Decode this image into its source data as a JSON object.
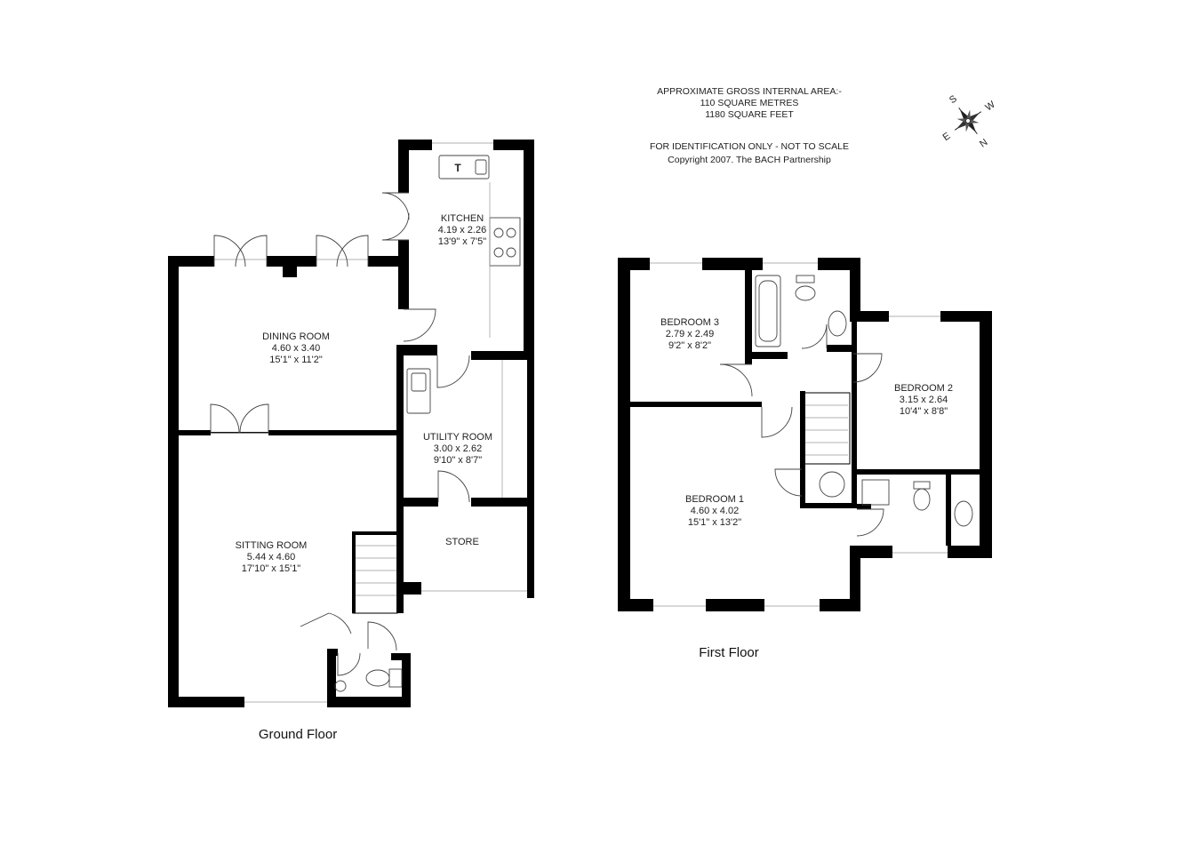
{
  "header": {
    "area_title": "APPROXIMATE GROSS INTERNAL AREA:-",
    "area_metres": "110 SQUARE METRES",
    "area_feet": "1180 SQUARE FEET",
    "notice": "FOR IDENTIFICATION ONLY - NOT TO SCALE",
    "copyright": "Copyright 2007. The BACH Partnership"
  },
  "compass": {
    "letters": [
      "S",
      "W",
      "N",
      "E"
    ]
  },
  "ground_floor": {
    "label": "Ground Floor",
    "rooms": {
      "kitchen": {
        "name": "KITCHEN",
        "metric": "4.19 x 2.26",
        "imperial": "13'9\" x 7'5\""
      },
      "dining": {
        "name": "DINING ROOM",
        "metric": "4.60 x 3.40",
        "imperial": "15'1\" x 11'2\""
      },
      "utility": {
        "name": "UTILITY ROOM",
        "metric": "3.00 x 2.62",
        "imperial": "9'10\" x 8'7\""
      },
      "sitting": {
        "name": "SITTING ROOM",
        "metric": "5.44 x 4.60",
        "imperial": "17'10\" x 15'1\""
      },
      "store": {
        "name": "STORE"
      }
    },
    "fixture_label": "T"
  },
  "first_floor": {
    "label": "First Floor",
    "rooms": {
      "bed3": {
        "name": "BEDROOM 3",
        "metric": "2.79 x 2.49",
        "imperial": "9'2\" x 8'2\""
      },
      "bed2": {
        "name": "BEDROOM 2",
        "metric": "3.15 x 2.64",
        "imperial": "10'4\" x 8'8\""
      },
      "bed1": {
        "name": "BEDROOM 1",
        "metric": "4.60 x 4.02",
        "imperial": "15'1\" x 13'2\""
      }
    }
  }
}
